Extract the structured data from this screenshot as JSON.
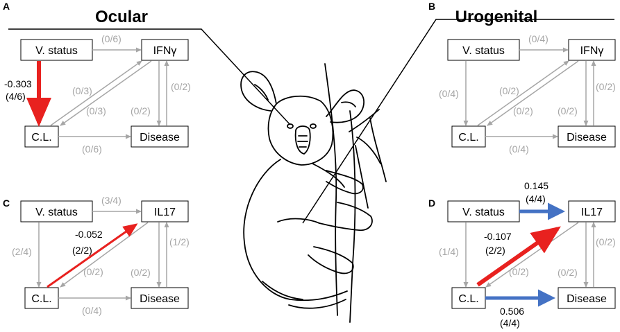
{
  "colors": {
    "nonsig": "#a6a6a6",
    "negative": "#e8211f",
    "positive": "#4472c4"
  },
  "sites": {
    "ocular": "Ocular",
    "urogenital": "Urogenital"
  },
  "panels": [
    {
      "letter": "A",
      "nodes": {
        "vstatus": "V. status",
        "cytokine": "IFNγ",
        "cl": "C.L.",
        "disease": "Disease"
      },
      "edges": [
        {
          "from": "vstatus",
          "to": "cytokine",
          "label": "(0/6)",
          "type": "nonsig"
        },
        {
          "from": "cytokine",
          "to": "cl",
          "label": "(0/3)",
          "type": "nonsig"
        },
        {
          "from": "cl",
          "to": "cytokine",
          "label": "(0/3)",
          "type": "nonsig"
        },
        {
          "from": "cytokine",
          "to": "disease",
          "label": "(0/2)",
          "type": "nonsig"
        },
        {
          "from": "disease",
          "to": "cytokine",
          "label": "(0/2)",
          "type": "nonsig"
        },
        {
          "from": "cl",
          "to": "disease",
          "label": "(0/6)",
          "type": "nonsig"
        },
        {
          "from": "vstatus",
          "to": "cl",
          "coef": "-0.303",
          "label": "(4/6)",
          "type": "negative"
        }
      ]
    },
    {
      "letter": "B",
      "nodes": {
        "vstatus": "V. status",
        "cytokine": "IFNγ",
        "cl": "C.L.",
        "disease": "Disease"
      },
      "edges": [
        {
          "from": "vstatus",
          "to": "cytokine",
          "label": "(0/4)",
          "type": "nonsig"
        },
        {
          "from": "vstatus",
          "to": "cl",
          "label": "(0/4)",
          "type": "nonsig"
        },
        {
          "from": "cytokine",
          "to": "cl",
          "label": "(0/2)",
          "type": "nonsig"
        },
        {
          "from": "cl",
          "to": "cytokine",
          "label": "(0/2)",
          "type": "nonsig"
        },
        {
          "from": "cytokine",
          "to": "disease",
          "label": "(0/2)",
          "type": "nonsig"
        },
        {
          "from": "disease",
          "to": "cytokine",
          "label": "(0/2)",
          "type": "nonsig"
        },
        {
          "from": "cl",
          "to": "disease",
          "label": "(0/4)",
          "type": "nonsig"
        }
      ]
    },
    {
      "letter": "C",
      "nodes": {
        "vstatus": "V. status",
        "cytokine": "IL17",
        "cl": "C.L.",
        "disease": "Disease"
      },
      "edges": [
        {
          "from": "vstatus",
          "to": "cytokine",
          "label": "(3/4)",
          "type": "nonsig"
        },
        {
          "from": "vstatus",
          "to": "cl",
          "label": "(2/4)",
          "type": "nonsig"
        },
        {
          "from": "cytokine",
          "to": "cl",
          "label": "(0/2)",
          "type": "nonsig"
        },
        {
          "from": "cytokine",
          "to": "disease",
          "label": "(0/2)",
          "type": "nonsig"
        },
        {
          "from": "disease",
          "to": "cytokine",
          "label": "(1/2)",
          "type": "nonsig"
        },
        {
          "from": "cl",
          "to": "disease",
          "label": "(0/4)",
          "type": "nonsig"
        },
        {
          "from": "cl",
          "to": "cytokine",
          "coef": "-0.052",
          "label": "(2/2)",
          "type": "negative"
        }
      ]
    },
    {
      "letter": "D",
      "nodes": {
        "vstatus": "V. status",
        "cytokine": "IL17",
        "cl": "C.L.",
        "disease": "Disease"
      },
      "edges": [
        {
          "from": "vstatus",
          "to": "cytokine",
          "coef": "0.145",
          "label": "(4/4)",
          "type": "positive"
        },
        {
          "from": "vstatus",
          "to": "cl",
          "label": "(1/4)",
          "type": "nonsig"
        },
        {
          "from": "cytokine",
          "to": "cl",
          "label": "(0/2)",
          "type": "nonsig"
        },
        {
          "from": "cytokine",
          "to": "disease",
          "label": "(0/2)",
          "type": "nonsig"
        },
        {
          "from": "disease",
          "to": "cytokine",
          "label": "(0/2)",
          "type": "nonsig"
        },
        {
          "from": "cl",
          "to": "disease",
          "coef": "0.506",
          "label": "(4/4)",
          "type": "positive"
        },
        {
          "from": "cl",
          "to": "cytokine",
          "coef": "-0.107",
          "label": "(2/2)",
          "type": "negative"
        }
      ]
    }
  ]
}
